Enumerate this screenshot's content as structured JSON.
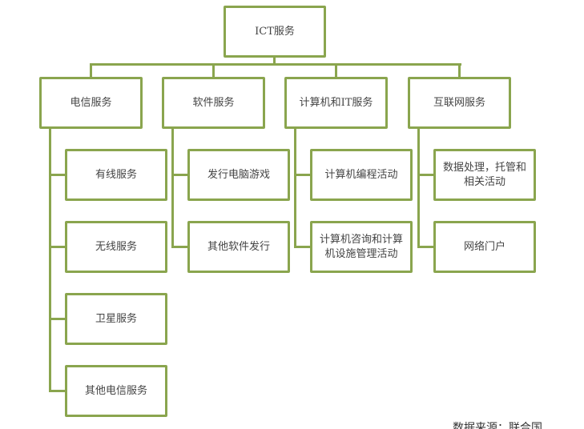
{
  "root": {
    "label": "ICT服务"
  },
  "categories": [
    {
      "label": "电信服务",
      "children": [
        "有线服务",
        "无线服务",
        "卫星服务",
        "其他电信服务"
      ]
    },
    {
      "label": "软件服务",
      "children": [
        "发行电脑游戏",
        "其他软件发行"
      ]
    },
    {
      "label": "计算机和IT服务",
      "children": [
        "计算机编程活动",
        "计算机咨询和计算机设施管理活动"
      ]
    },
    {
      "label": "互联网服务",
      "children": [
        "数据处理，托管和相关活动",
        "网络门户"
      ]
    }
  ],
  "caption": "数据来源：联合国",
  "colors": {
    "line": "#8aa54e"
  }
}
